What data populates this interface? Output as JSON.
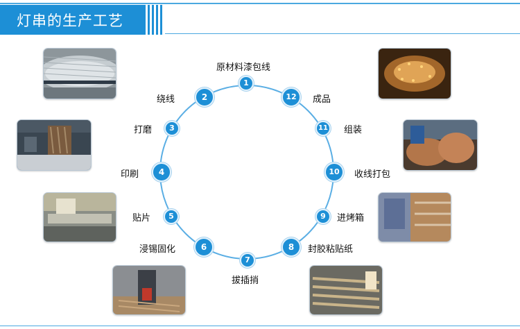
{
  "title": "灯串的生产工艺",
  "colors": {
    "accent": "#1d8fd6",
    "ring": "#4aa8e0",
    "text": "#111111"
  },
  "steps": [
    {
      "num": "1",
      "label": "原材料漆包线"
    },
    {
      "num": "2",
      "label": "绕线"
    },
    {
      "num": "3",
      "label": "打磨"
    },
    {
      "num": "4",
      "label": "印刷"
    },
    {
      "num": "5",
      "label": "贴片"
    },
    {
      "num": "6",
      "label": "浸锡固化"
    },
    {
      "num": "7",
      "label": "拔插捎"
    },
    {
      "num": "8",
      "label": "封胶粘贴纸"
    },
    {
      "num": "9",
      "label": "进烤箱"
    },
    {
      "num": "10",
      "label": "收线打包"
    },
    {
      "num": "11",
      "label": "组装"
    },
    {
      "num": "12",
      "label": "成品"
    }
  ]
}
